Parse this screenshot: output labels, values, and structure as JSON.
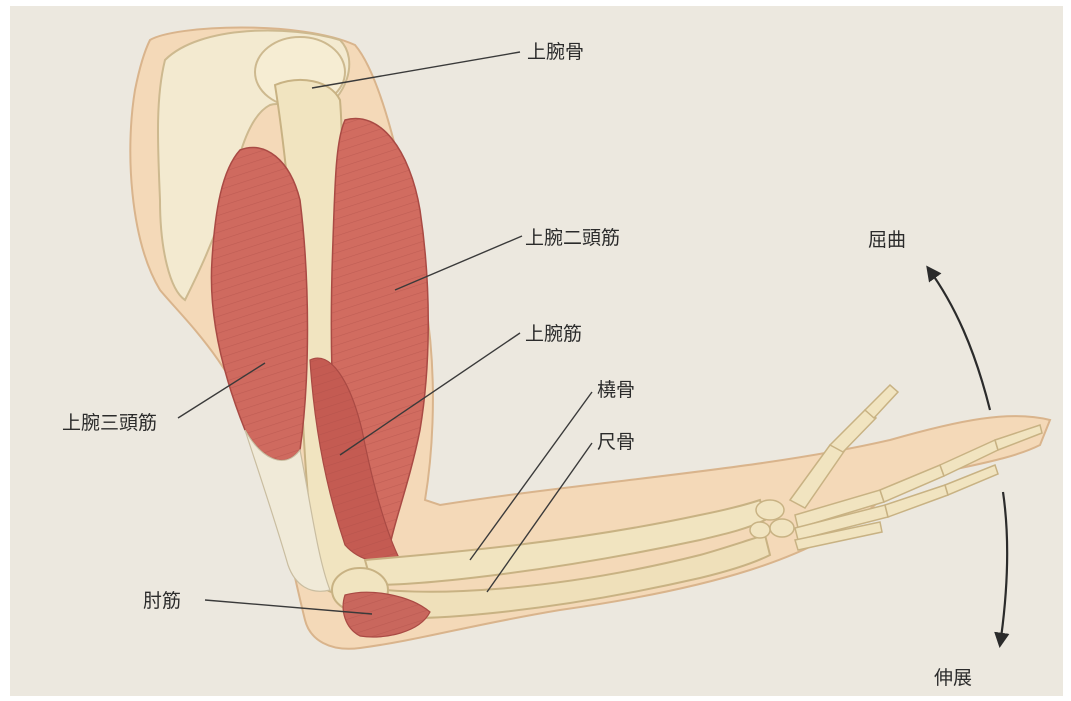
{
  "labels": {
    "humerus": "上腕骨",
    "biceps": "上腕二頭筋",
    "brachialis": "上腕筋",
    "triceps": "上腕三頭筋",
    "radius": "橈骨",
    "ulna": "尺骨",
    "anconeus": "肘筋",
    "flexion": "屈曲",
    "extension": "伸展"
  },
  "colors": {
    "paper": "#ece8df",
    "skin": "#f4d9b8",
    "bone": "#f1e4c0",
    "muscle": "#cf6a5f",
    "line": "#3a3a3a"
  }
}
